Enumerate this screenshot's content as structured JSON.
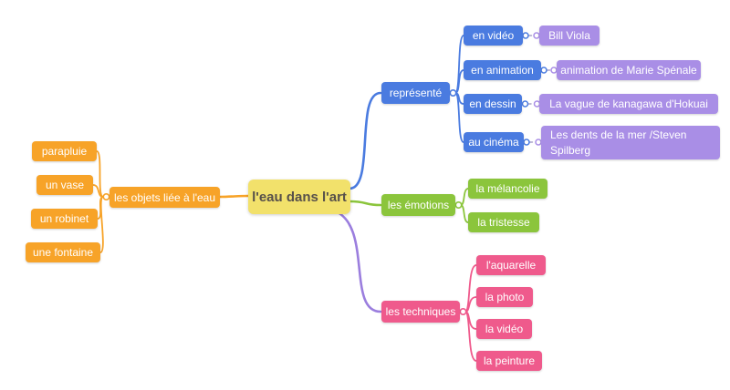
{
  "root": {
    "label": "l'eau dans l'art"
  },
  "left_branch": {
    "parent": "les objets liée à l'eau",
    "children": [
      "parapluie",
      "un vase",
      "un robinet",
      "une fontaine"
    ]
  },
  "represented_branch": {
    "parent": "représenté",
    "children": [
      "en vidéo",
      "en animation",
      "en dessin",
      "au cinéma"
    ],
    "references": [
      "Bill Viola",
      "animation de Marie Spénale",
      "La vague de kanagawa d'Hokuai",
      "Les dents de la mer /Steven Spilberg"
    ]
  },
  "emotions_branch": {
    "parent": "les émotions",
    "children": [
      "la mélancolie",
      "la tristesse"
    ]
  },
  "techniques_branch": {
    "parent": "les techniques",
    "children": [
      "l'aquarelle",
      "la photo",
      "la vidéo",
      "la peinture"
    ]
  },
  "colors": {
    "background": "#FFFFFF",
    "root_bg": "#F2E16B",
    "root_text": "#57504A",
    "orange": "#F7A328",
    "blue": "#4A7BE0",
    "purple": "#A98EE6",
    "green": "#8BC53C",
    "pink": "#EF5A8C",
    "violet_branch_line": "#9B7EDE",
    "connector_dash": "#A9A2C9"
  }
}
